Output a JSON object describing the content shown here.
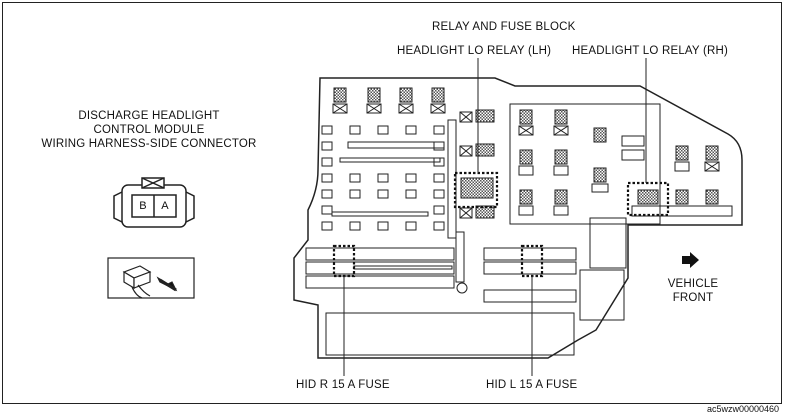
{
  "labels": {
    "relay_fuse_block": "RELAY AND FUSE BLOCK",
    "headlight_lo_relay_lh": "HEADLIGHT LO RELAY (LH)",
    "headlight_lo_relay_rh": "HEADLIGHT LO RELAY (RH)",
    "module_line1": "DISCHARGE HEADLIGHT",
    "module_line2": "CONTROL MODULE",
    "module_line3": "WIRING HARNESS-SIDE CONNECTOR",
    "vehicle_front_line1": "VEHICLE",
    "vehicle_front_line2": "FRONT",
    "hid_r_fuse": "HID R 15 A FUSE",
    "hid_l_fuse": "HID L 15 A FUSE",
    "image_code": "ac5wzw00000460"
  },
  "connector": {
    "pin_b": "B",
    "pin_a": "A"
  },
  "icons": {
    "arrow": "vehicle-front-arrow-icon",
    "connector_view": "connector-view-icon"
  },
  "colors": {
    "line": "#222222",
    "background": "#ffffff"
  }
}
